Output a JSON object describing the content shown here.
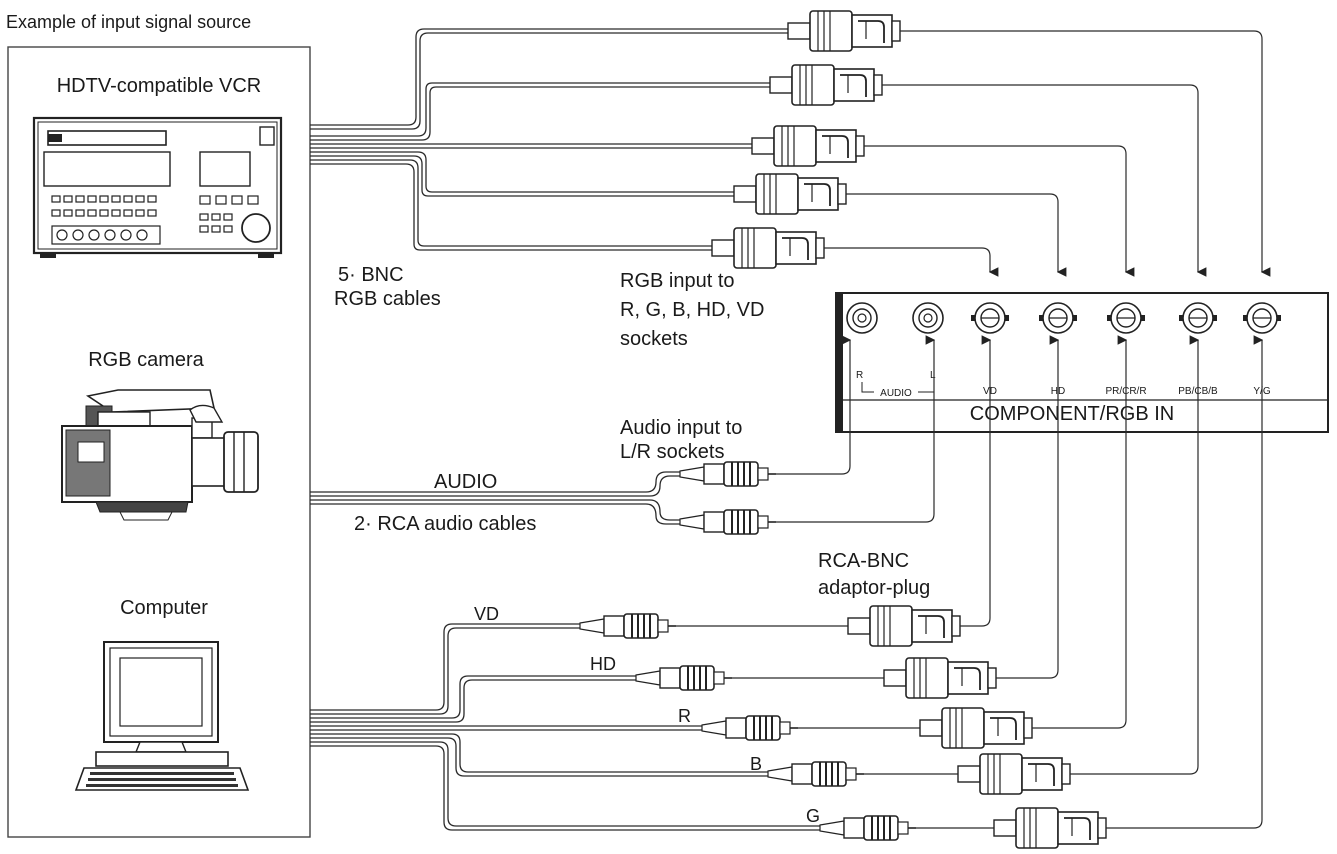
{
  "title": "Example of input signal source",
  "sources": {
    "vcr": "HDTV-compatible VCR",
    "camera": "RGB camera",
    "computer": "Computer"
  },
  "labels": {
    "bnc_cables_1": "5· BNC",
    "bnc_cables_2": "RGB cables",
    "rgb_input_1": "RGB input to",
    "rgb_input_2": "R, G, B, HD, VD",
    "rgb_input_3": "sockets",
    "audio_input_1": "Audio input to",
    "audio_input_2": "L/R sockets",
    "audio": "AUDIO",
    "rca_audio": "2· RCA audio cables",
    "adaptor_1": "RCA-BNC",
    "adaptor_2": "adaptor-plug",
    "panel_title": "COMPONENT/RGB IN"
  },
  "panel_sockets": {
    "r": "R",
    "audio": "AUDIO",
    "l": "L",
    "vd": "VD",
    "hd": "HD",
    "pr": "PR/CR/R",
    "pb": "PB/CB/B",
    "yg": "Y/G"
  },
  "computer_cables": [
    "VD",
    "HD",
    "R",
    "B",
    "G"
  ]
}
